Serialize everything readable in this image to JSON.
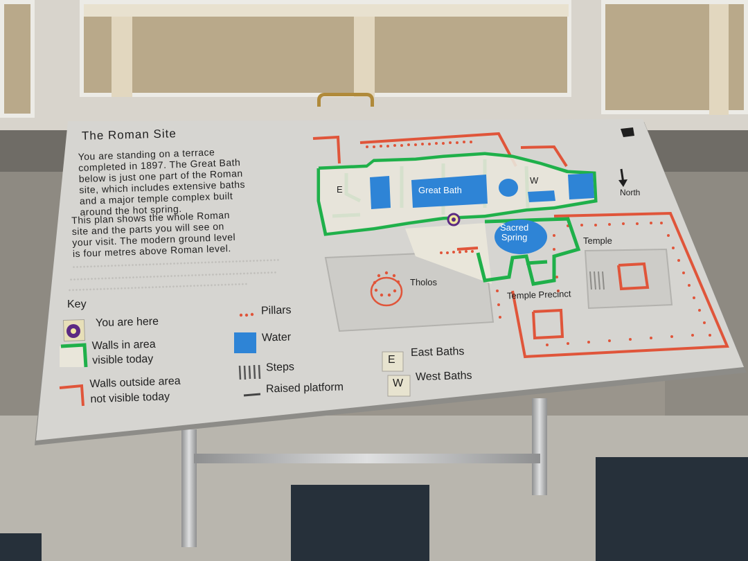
{
  "sign": {
    "title": "The Roman Site",
    "paragraph1": [
      "You are standing on a terrace",
      "completed in 1897. The Great Bath",
      "below is just one part of the Roman",
      "site, which includes extensive baths",
      "and a major temple complex built",
      "around the hot spring."
    ],
    "paragraph2": [
      "This plan shows the whole Roman",
      "site and the parts you will see on",
      "your visit. The modern ground level",
      "is four metres above Roman level."
    ],
    "key": {
      "title": "Key",
      "you_are_here": "You are here",
      "walls_visible": [
        "Walls in area",
        "visible today"
      ],
      "walls_outside": [
        "Walls outside area",
        "not visible today"
      ],
      "pillars": "Pillars",
      "water": "Water",
      "steps": "Steps",
      "raised_platform": "Raised platform",
      "east_baths_letter": "E",
      "east_baths": "East Baths",
      "west_baths_letter": "W",
      "west_baths": "West Baths"
    },
    "map": {
      "great_bath": "Great Bath",
      "sacred_spring": [
        "Sacred",
        "Spring"
      ],
      "temple": "Temple",
      "tholos": "Tholos",
      "temple_precinct": "Temple Precinct",
      "east_marker": "E",
      "west_marker": "W",
      "north": "North"
    }
  },
  "colors": {
    "wall_visible": "#1fb04a",
    "wall_outside": "#e0553a",
    "water": "#2e84d6",
    "you_are_here": "#5b2a83",
    "sign_face": "#d6d5d1"
  }
}
